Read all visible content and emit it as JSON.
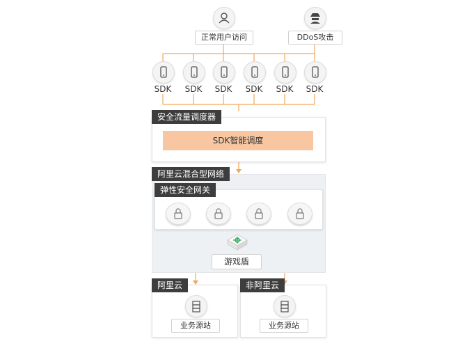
{
  "top": {
    "normal_user": "正常用户访问",
    "ddos": "DDoS攻击"
  },
  "sdk_nodes": [
    "SDK",
    "SDK",
    "SDK",
    "SDK",
    "SDK",
    "SDK"
  ],
  "scheduler": {
    "tag": "安全流量调度器",
    "bar": "SDK智能调度"
  },
  "hybrid": {
    "tag": "阿里云混合型网络",
    "gateway_tag": "弹性安全网关",
    "shield": "游戏盾"
  },
  "clouds": [
    {
      "tag": "阿里云",
      "origin": "业务源站"
    },
    {
      "tag": "非阿里云",
      "origin": "业务源站"
    }
  ],
  "colors": {
    "orange": "#f2a65a",
    "bar_fill": "#f8c7a2",
    "tag_bg": "#3d3d3d",
    "shield_green": "#2aa55a"
  }
}
